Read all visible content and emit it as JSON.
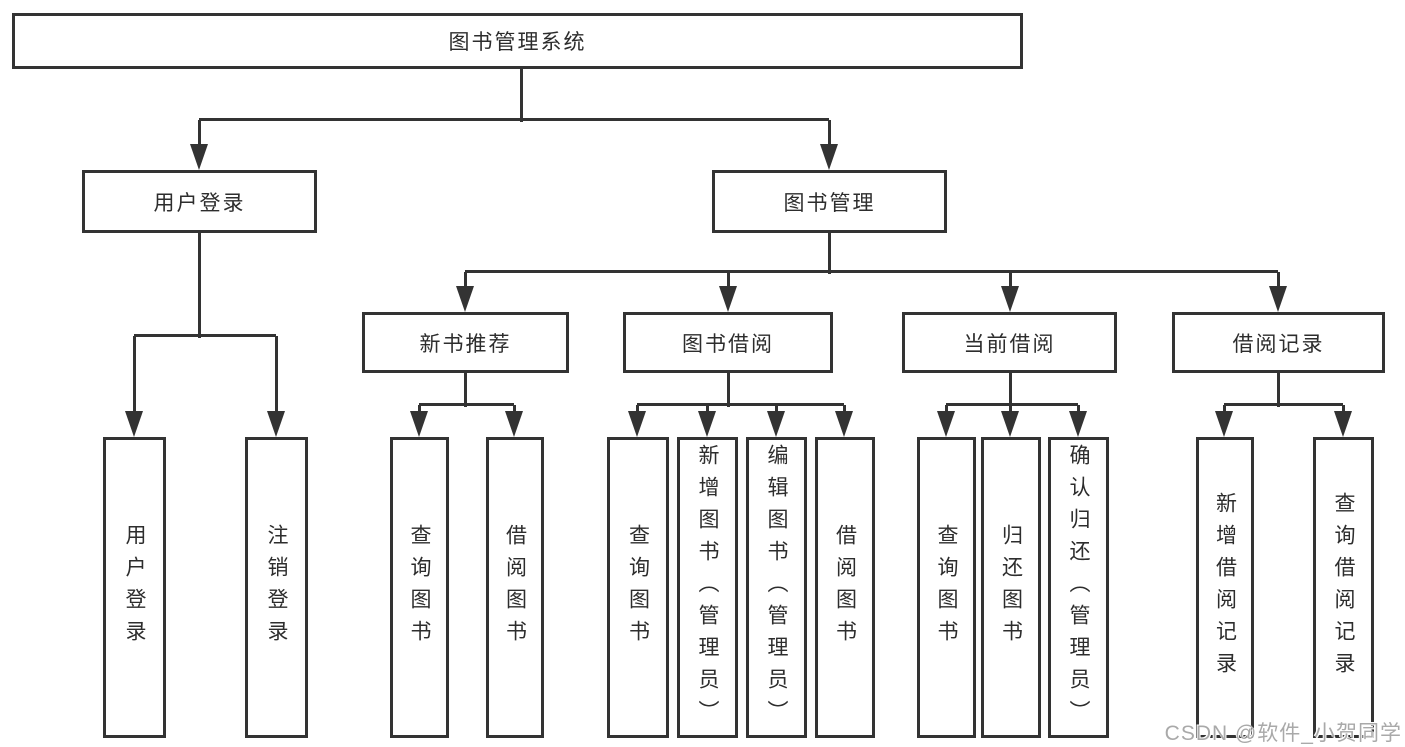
{
  "diagram_title": "图书管理系统",
  "tree": {
    "label": "图书管理系统",
    "children": [
      {
        "label": "用户登录",
        "children": [
          {
            "label": "用户登录"
          },
          {
            "label": "注销登录"
          }
        ]
      },
      {
        "label": "图书管理",
        "children": [
          {
            "label": "新书推荐",
            "children": [
              {
                "label": "查询图书"
              },
              {
                "label": "借阅图书"
              }
            ]
          },
          {
            "label": "图书借阅",
            "children": [
              {
                "label": "查询图书"
              },
              {
                "label": "新增图书（管理员）"
              },
              {
                "label": "编辑图书（管理员）"
              },
              {
                "label": "借阅图书"
              }
            ]
          },
          {
            "label": "当前借阅",
            "children": [
              {
                "label": "查询图书"
              },
              {
                "label": "归还图书"
              },
              {
                "label": "确认归还（管理员）"
              }
            ]
          },
          {
            "label": "借阅记录",
            "children": [
              {
                "label": "新增借阅记录"
              },
              {
                "label": "查询借阅记录"
              }
            ]
          }
        ]
      }
    ]
  },
  "watermark": "CSDN @软件_小贺同学",
  "colors": {
    "line": "#333333",
    "box_background": "#ffffff",
    "text": "#2d2d2d",
    "watermark": "#a9a9a9"
  }
}
